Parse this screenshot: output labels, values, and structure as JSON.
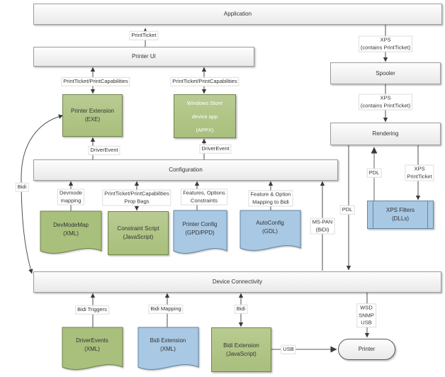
{
  "colors": {
    "green_fill": "#a9bf7c",
    "green_fill_light": "#b9cb92",
    "green_border": "#6f8549",
    "blue_fill": "#a9c8e3",
    "blue_border": "#6288a5",
    "box_fill_top": "#fdfdfd",
    "box_fill_bottom": "#e9e9e9",
    "box_border": "#9b9b9b",
    "stadium_border": "#585858",
    "line_dark": "#4d4d4d",
    "line_gray": "#909090",
    "arrow": "#3a3a3a",
    "text": "#333333",
    "win_store_text": "#ffffff",
    "label_bg": "#ffffff",
    "label_border": "#dddddd"
  },
  "nodes": {
    "application": "Application",
    "printer_ui": "Printer UI",
    "printer_extension": "Printer Extension\n(EXE)",
    "win_store_app": "Windows Store\ndevice app\n(APPX)",
    "configuration": "Configuration",
    "devmodemap": "DevModeMap\n(XML)",
    "constraint_script": "Constraint Script\n(JavaScript)",
    "printer_config": "Printer Config\n(GPD/PPD)",
    "autoconfig": "AutoConfig\n(GDL)",
    "device_connectivity": "Device Connectivity",
    "driverevents": "DriverEvents\n(XML)",
    "bidi_ext_xml": "Bidi Extension\n(XML)",
    "bidi_ext_js": "Bidi Extension\n(JavaScript)",
    "spooler": "Spooler",
    "rendering": "Rendering",
    "xps_filters": "XPS Filters\n(DLLs)",
    "printer": "Printer"
  },
  "labels": {
    "printticket": "PrintTicket",
    "ptpc_left": "PrintTicket/PrintCapabilities",
    "ptpc_right": "PrintTicket/PrintCapabilities",
    "driverevent_left": "DriverEvent",
    "driverevent_right": "DriverEvent",
    "bidi_curve": "Bidi",
    "devmode_mapping": "Devmode\nmapping",
    "ptpc_prop_bags": "PrintTicket/PrintCapabilities\nProp Bags",
    "features_options": "Features, Options\nConstraints",
    "feature_option_bidi": "Feature & Option\nMapping to Bidi",
    "ms_pan": "MS-PAN\n(BiDi)",
    "xps_contains_1": "XPS\n(contains PrintTicket)",
    "xps_contains_2": "XPS\n(contains PrintTicket)",
    "pdl_up": "PDL",
    "xps_printticket": "XPS\nPrintTicket",
    "pdl_down": "PDL",
    "bidi_triggers": "Bidi Triggers",
    "bidi_mapping": "Bidi Mapping",
    "bidi_bottom": "Bidi",
    "usb": "USB",
    "wsd_snmp_usb": "WSD\nSNMP\nUSB"
  }
}
